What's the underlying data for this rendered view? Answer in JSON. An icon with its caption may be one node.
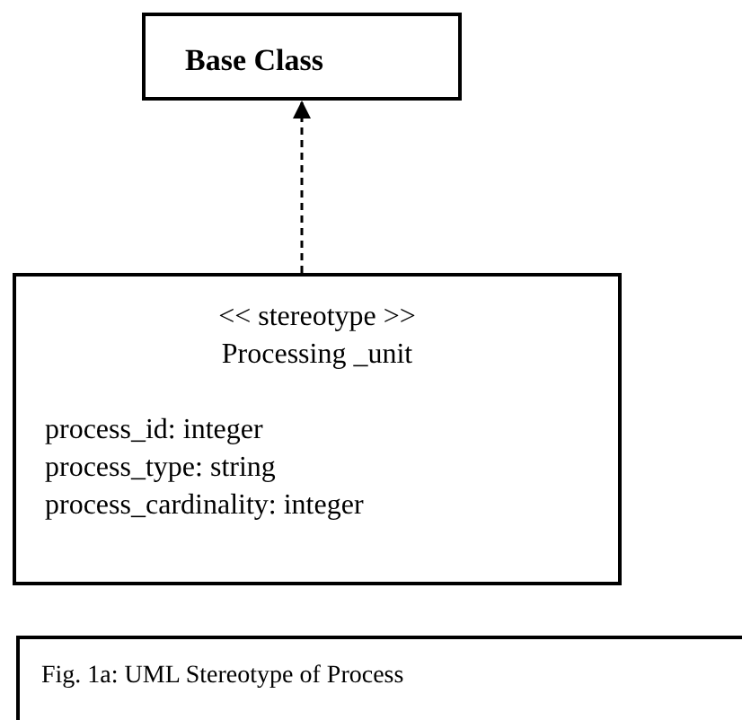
{
  "diagram": {
    "caption": "Fig. 1a: UML Stereotype of Process",
    "nodes": [
      {
        "text": [
          "Base Class"
        ]
      },
      {
        "text": [
          "<< stereotype >>",
          "Processing _unit",
          "process_id: integer",
          "process_type: string",
          "process_cardinality: integer"
        ]
      }
    ],
    "edges": [
      {
        "from": 1,
        "to": 0,
        "arrow": "to",
        "style": "dashed"
      }
    ]
  }
}
